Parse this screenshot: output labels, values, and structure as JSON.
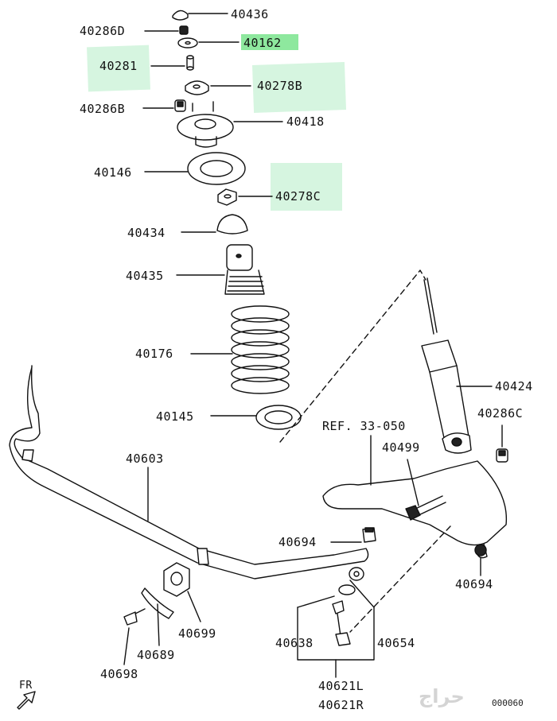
{
  "highlight_color": "#d6f5e0",
  "highlight_strong_color": "#8ee89e",
  "parts": {
    "p40436": "40436",
    "p40286D": "40286D",
    "p40162": "40162",
    "p40281": "40281",
    "p40278B": "40278B",
    "p40286B": "40286B",
    "p40418": "40418",
    "p40146": "40146",
    "p40278C": "40278C",
    "p40434": "40434",
    "p40435": "40435",
    "p40176": "40176",
    "p40145": "40145",
    "p40424": "40424",
    "p40286C": "40286C",
    "ref": "REF. 33-050",
    "p40499": "40499",
    "p40603": "40603",
    "p40694a": "40694",
    "p40694b": "40694",
    "p40699": "40699",
    "p40689": "40689",
    "p40698": "40698",
    "p40638": "40638",
    "p40654": "40654",
    "p40621L": "40621L",
    "p40621R": "40621R"
  },
  "front_label": "FR",
  "diagram_code": "000060",
  "watermark": "حراج"
}
